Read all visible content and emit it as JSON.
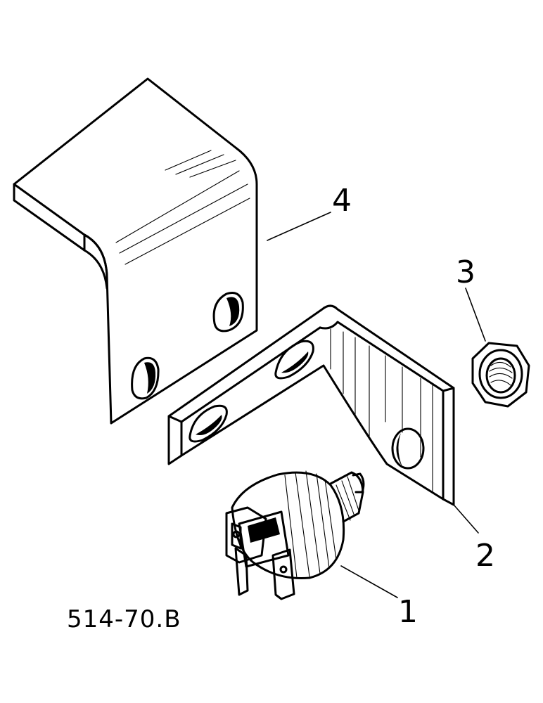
{
  "figure_id": "514-70.B",
  "parts": [
    {
      "number": "1",
      "component": "switch"
    },
    {
      "number": "2",
      "component": "angle-bracket"
    },
    {
      "number": "3",
      "component": "hex-nut"
    },
    {
      "number": "4",
      "component": "mounting-bracket"
    }
  ]
}
